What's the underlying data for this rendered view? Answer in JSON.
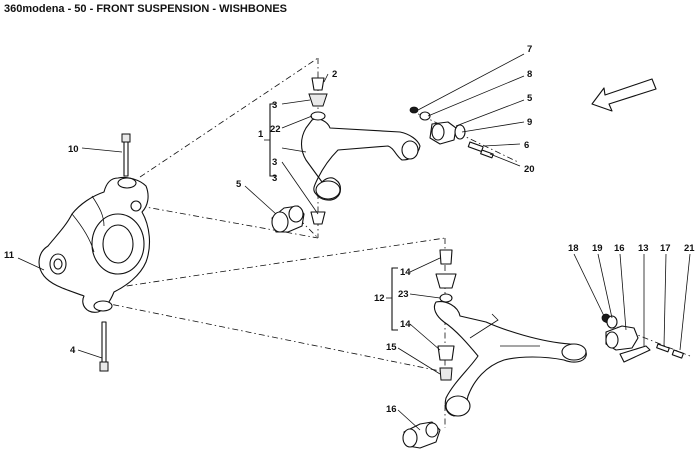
{
  "header": {
    "title": "360modena - 50 - FRONT SUSPENSION - WISHBONES"
  },
  "callouts": {
    "c1": "1",
    "c2": "2",
    "c3a": "3",
    "c3b": "3",
    "c3c": "3",
    "c4": "4",
    "c5a": "5",
    "c5b": "5",
    "c6": "6",
    "c7": "7",
    "c8": "8",
    "c9": "9",
    "c10": "10",
    "c11": "11",
    "c12": "12",
    "c13": "13",
    "c14a": "14",
    "c14b": "14",
    "c15": "15",
    "c16a": "16",
    "c16b": "16",
    "c17": "17",
    "c18": "18",
    "c19": "19",
    "c20": "20",
    "c21": "21",
    "c22": "22",
    "c23": "23"
  }
}
